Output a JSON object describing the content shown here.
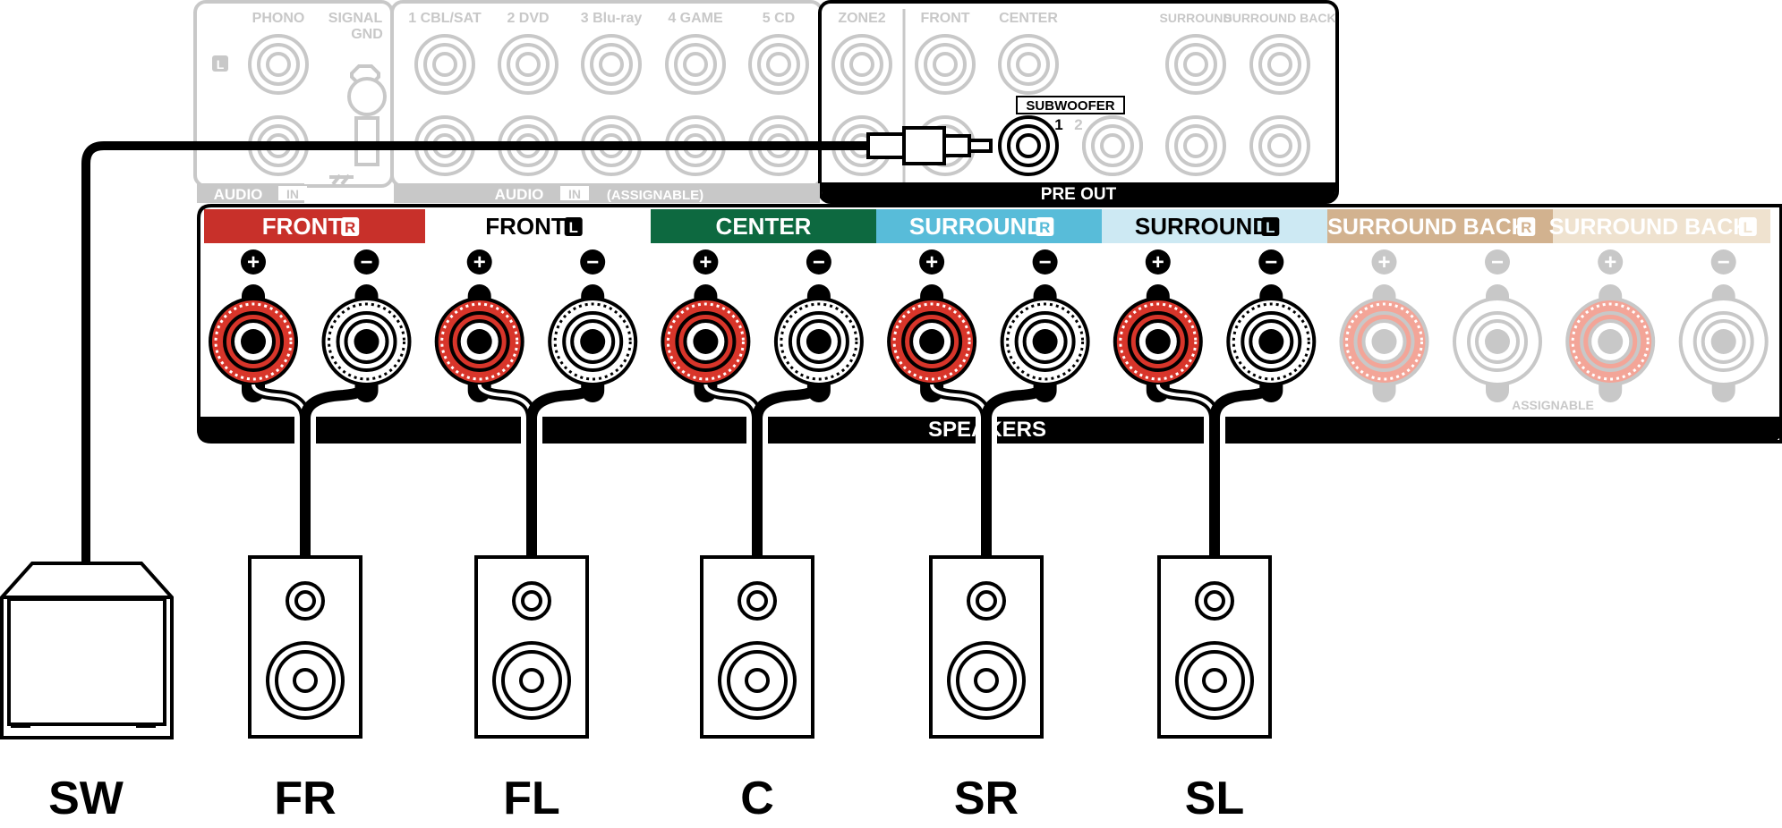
{
  "top_panel": {
    "input_headers": [
      "PHONO",
      "SIGNAL GND",
      "1 CBL/SAT",
      "2 DVD",
      "3 Blu-ray",
      "4 GAME",
      "5 CD"
    ],
    "signal_lines": [
      "SIGNAL",
      "GND"
    ],
    "channel_L_mark": "L",
    "audio_label": "AUDIO",
    "in_badge": "IN",
    "assignable_label": "(ASSIGNABLE)",
    "preout_headers": [
      "ZONE2",
      "FRONT",
      "CENTER",
      "SURROUND",
      "SURROUND BACK"
    ],
    "subwoofer_label": "SUBWOOFER",
    "sub_jack_1": "1",
    "sub_jack_2": "2",
    "preout_label": "PRE OUT"
  },
  "speaker_panel": {
    "channels": [
      {
        "name": "FRONT",
        "side": "R",
        "color": "#c8302a",
        "text_color": "#ffffff",
        "faded": false
      },
      {
        "name": "FRONT",
        "side": "L",
        "color": "#ffffff",
        "text_color": "#000000",
        "faded": false
      },
      {
        "name": "CENTER",
        "side": "",
        "color": "#0d6940",
        "text_color": "#ffffff",
        "faded": false
      },
      {
        "name": "SURROUND",
        "side": "R",
        "color": "#58bcd9",
        "text_color": "#ffffff",
        "faded": false
      },
      {
        "name": "SURROUND",
        "side": "L",
        "color": "#cde9f3",
        "text_color": "#000000",
        "faded": false
      },
      {
        "name": "SURROUND BACK",
        "side": "R",
        "color": "#d2b28f",
        "text_color": "#ffffff",
        "faded": true
      },
      {
        "name": "SURROUND BACK",
        "side": "L",
        "color": "#efe2cf",
        "text_color": "#ffffff",
        "faded": true
      }
    ],
    "plus_symbol": "+",
    "minus_symbol": "−",
    "speakers_label": "SPEAKERS",
    "assignable_label": "ASSIGNABLE"
  },
  "speakers": [
    {
      "label": "SW",
      "type": "subwoofer"
    },
    {
      "label": "FR",
      "type": "speaker"
    },
    {
      "label": "FL",
      "type": "speaker"
    },
    {
      "label": "C",
      "type": "speaker"
    },
    {
      "label": "SR",
      "type": "speaker"
    },
    {
      "label": "SL",
      "type": "speaker"
    }
  ],
  "colors": {
    "cable": "#000000",
    "panel_outline": "#000000",
    "faded": "#c8c8c8",
    "terminal_red": "#d8352a",
    "terminal_faded_red": "#f3a598"
  }
}
